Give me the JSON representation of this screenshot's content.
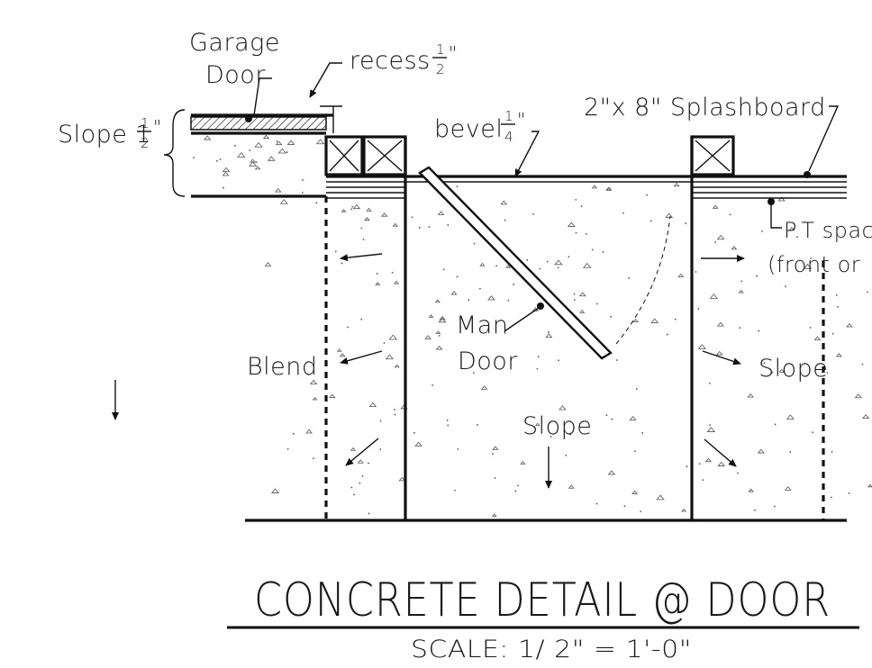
{
  "labels": {
    "garage_door_1": "Garage",
    "garage_door_2": "Door",
    "recess": "recess",
    "recess_num": "1",
    "recess_den": "2",
    "recess_unit": "\"",
    "slope_left": "Slope 1",
    "slope_left_num": "1",
    "slope_left_den": "2",
    "slope_left_unit": "\"",
    "bevel": "bevel",
    "bevel_num": "1",
    "bevel_den": "4",
    "bevel_unit": "\"",
    "splashboard": "2\"x 8\" Splashboard",
    "pt_spacer_1": "P.T spac",
    "pt_spacer_2": "(front or",
    "man_door_1": "Man",
    "man_door_2": "Door",
    "blend": "Blend",
    "slope_center": "Slope",
    "slope_right": "Slope"
  },
  "title": {
    "main": "CONCRETE DETAIL @ DOOR",
    "scale": "SCALE: 1/ 2\" = 1'-0\""
  }
}
